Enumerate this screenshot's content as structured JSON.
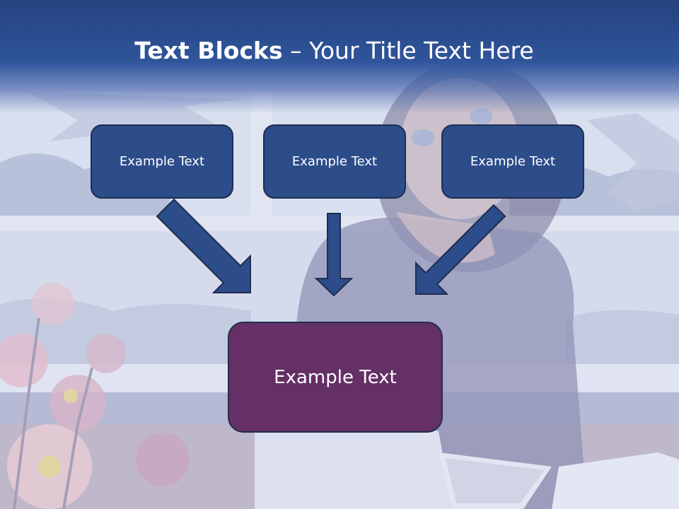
{
  "slide": {
    "title_bold": "Text Blocks",
    "title_dash": " – ",
    "title_rest": "Your Title Text Here"
  },
  "blocks": [
    {
      "label": "Example Text"
    },
    {
      "label": "Example Text"
    },
    {
      "label": "Example Text"
    }
  ],
  "center_block": {
    "label": "Example Text"
  },
  "colors": {
    "title_bar": "#2a4b8d",
    "small_block": "#2c4c8a",
    "center_block": "#653066",
    "arrow": "#2c4c8a"
  }
}
